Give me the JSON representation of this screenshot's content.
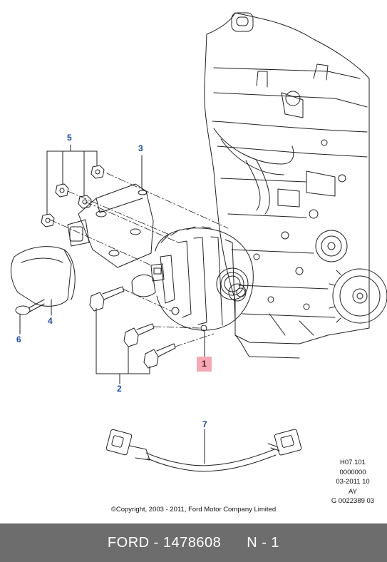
{
  "callouts": {
    "c1": "1",
    "c2": "2",
    "c3": "3",
    "c4": "4",
    "c5": "5",
    "c6": "6",
    "c7": "7"
  },
  "doc_codes": [
    "H07.101",
    "0000000",
    "03-2011 10",
    "AY",
    "G 0022389 03"
  ],
  "copyright": "©Copyright, 2003 - 2011, Ford Motor Company Limited",
  "footer": {
    "part_number": "FORD - 1478608",
    "quantity": "N - 1"
  },
  "colors": {
    "callout_blue": "#1a4a9c",
    "highlight_red": "#f4a9b3",
    "footer_gray": "#6d6d6d"
  }
}
